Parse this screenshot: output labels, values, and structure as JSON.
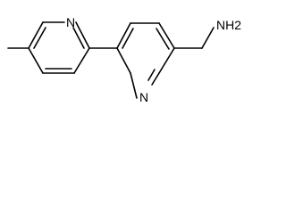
{
  "molecule": {
    "atoms": {
      "n1": "N",
      "n2": "N",
      "amine": "NH2"
    },
    "colors": {
      "background": "#ffffff",
      "stroke": "#000000"
    }
  }
}
